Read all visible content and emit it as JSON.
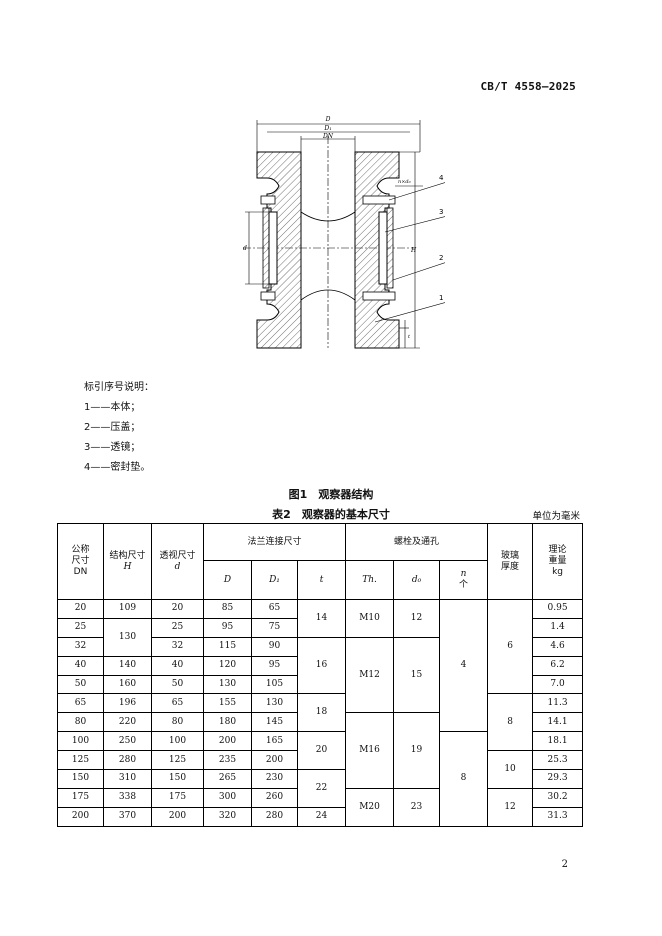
{
  "header": {
    "std_code": "CB/T 4558—2025"
  },
  "figure": {
    "dim_labels": {
      "D": "D",
      "D1": "D₁",
      "DN": "DN",
      "d": "d",
      "H": "H",
      "t": "t",
      "nxd0": "n×d₀"
    },
    "callouts": [
      "4",
      "3",
      "2",
      "1"
    ]
  },
  "legend": {
    "title": "标引序号说明：",
    "items": [
      "1——本体；",
      "2——压盖；",
      "3——透镜；",
      "4——密封垫。"
    ]
  },
  "figure_caption": "图1　观察器结构",
  "table": {
    "caption": "表2　观察器的基本尺寸",
    "unit": "单位为毫米",
    "headers": {
      "dn_1": "公称",
      "dn_2": "尺寸",
      "dn_3": "DN",
      "h_1": "结构尺寸",
      "h_2": "H",
      "d_1": "透视尺寸",
      "d_2": "d",
      "flange": "法兰连接尺寸",
      "bolt": "螺栓及通孔",
      "glass_1": "玻璃",
      "glass_2": "厚度",
      "weight_1": "理论",
      "weight_2": "重量",
      "weight_3": "kg",
      "D": "D",
      "D1": "D₁",
      "t": "t",
      "Th": "Th.",
      "d0": "d₀",
      "n_1": "n",
      "n_2": "个"
    },
    "rows": [
      {
        "dn": "20",
        "h": "109",
        "d": "20",
        "D": "85",
        "D1": "65",
        "w": "0.95"
      },
      {
        "dn": "25",
        "h": "130",
        "d": "25",
        "D": "95",
        "D1": "75",
        "w": "1.4"
      },
      {
        "dn": "32",
        "h": "",
        "d": "32",
        "D": "115",
        "D1": "90",
        "w": "4.6"
      },
      {
        "dn": "40",
        "h": "140",
        "d": "40",
        "D": "120",
        "D1": "95",
        "w": "6.2"
      },
      {
        "dn": "50",
        "h": "160",
        "d": "50",
        "D": "130",
        "D1": "105",
        "w": "7.0"
      },
      {
        "dn": "65",
        "h": "196",
        "d": "65",
        "D": "155",
        "D1": "130",
        "w": "11.3"
      },
      {
        "dn": "80",
        "h": "220",
        "d": "80",
        "D": "180",
        "D1": "145",
        "w": "14.1"
      },
      {
        "dn": "100",
        "h": "250",
        "d": "100",
        "D": "200",
        "D1": "165",
        "w": "18.1"
      },
      {
        "dn": "125",
        "h": "280",
        "d": "125",
        "D": "235",
        "D1": "200",
        "w": "25.3"
      },
      {
        "dn": "150",
        "h": "310",
        "d": "150",
        "D": "265",
        "D1": "230",
        "w": "29.3"
      },
      {
        "dn": "175",
        "h": "338",
        "d": "175",
        "D": "300",
        "D1": "260",
        "w": "30.2"
      },
      {
        "dn": "200",
        "h": "370",
        "d": "200",
        "D": "320",
        "D1": "280",
        "w": "31.3"
      }
    ],
    "merged": {
      "t": [
        "14",
        "16",
        "18",
        "20",
        "22",
        "24"
      ],
      "th": [
        "M10",
        "M12",
        "M16",
        "M20"
      ],
      "d0": [
        "12",
        "15",
        "19",
        "23"
      ],
      "n": [
        "4",
        "8"
      ],
      "glass": [
        "6",
        "8",
        "10",
        "12"
      ]
    }
  },
  "page_number": "2"
}
